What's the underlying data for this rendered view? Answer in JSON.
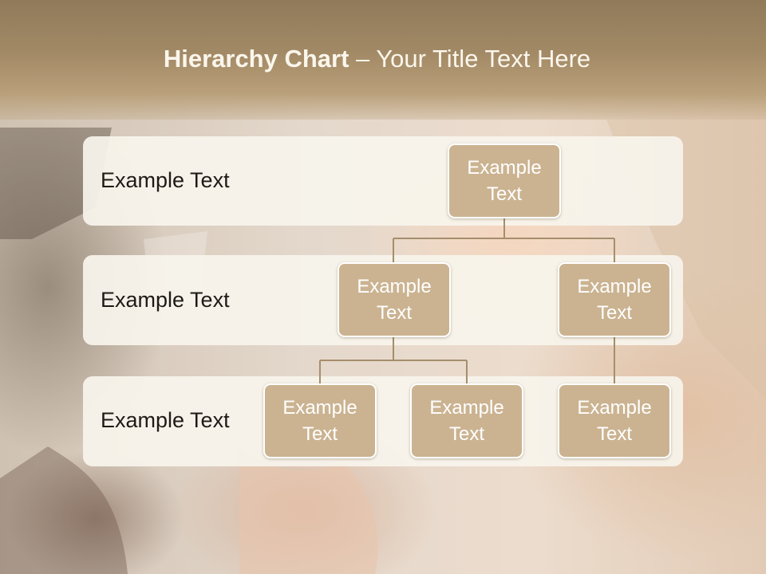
{
  "slide": {
    "title_bold": "Hierarchy Chart",
    "title_rest": " – Your Title Text Here"
  },
  "levels": [
    {
      "label": "Example Text"
    },
    {
      "label": "Example Text"
    },
    {
      "label": "Example Text"
    }
  ],
  "nodes": {
    "root": {
      "line1": "Example",
      "line2": "Text"
    },
    "mid_left": {
      "line1": "Example",
      "line2": "Text"
    },
    "mid_right": {
      "line1": "Example",
      "line2": "Text"
    },
    "leaf_1": {
      "line1": "Example",
      "line2": "Text"
    },
    "leaf_2": {
      "line1": "Example",
      "line2": "Text"
    },
    "leaf_3": {
      "line1": "Example",
      "line2": "Text"
    }
  },
  "colors": {
    "header": "#a38a66",
    "node_fill": "#cbb391",
    "connector": "#a58e6c",
    "band": "#f8f4ec"
  }
}
